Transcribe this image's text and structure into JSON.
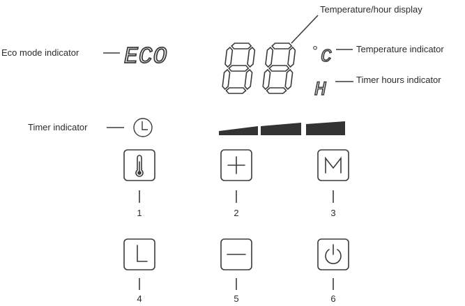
{
  "labels": {
    "eco_mode_indicator": "Eco mode indicator",
    "temperature_hour_display": "Temperature/hour display",
    "temperature_indicator": "Temperature indicator",
    "timer_hours_indicator": "Timer hours indicator",
    "timer_indicator": "Timer indicator"
  },
  "display": {
    "eco_text": "ECO",
    "digits": "88",
    "degree_symbol": "°",
    "unit_c": "C",
    "unit_h": "H"
  },
  "buttons": [
    {
      "number": "1",
      "icon": "thermometer-icon"
    },
    {
      "number": "2",
      "icon": "plus-icon"
    },
    {
      "number": "3",
      "icon": "m-mode-icon"
    },
    {
      "number": "4",
      "icon": "clock-hand-icon"
    },
    {
      "number": "5",
      "icon": "minus-icon"
    },
    {
      "number": "6",
      "icon": "power-icon"
    }
  ],
  "power_level_bars": 3,
  "colors": {
    "stroke": "#3a3a3a",
    "text": "#2b2b2b"
  }
}
